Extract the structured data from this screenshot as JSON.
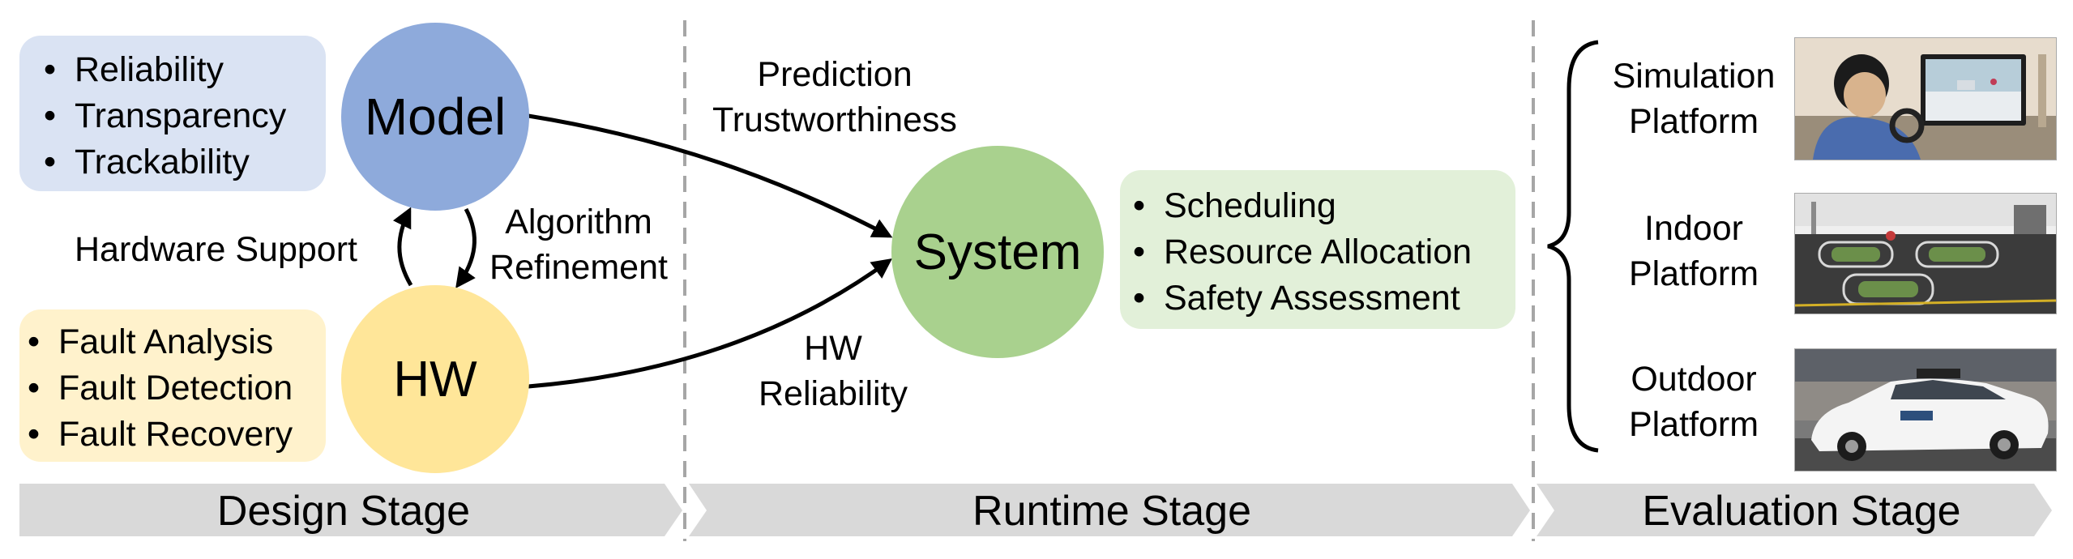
{
  "design": {
    "quality_items": [
      "Reliability",
      "Transparency",
      "Trackability"
    ],
    "fault_items": [
      "Fault Analysis",
      "Fault Detection",
      "Fault Recovery"
    ],
    "model_label": "Model",
    "hw_label": "HW",
    "hardware_support": "Hardware Support",
    "algorithm_refinement": [
      "Algorithm",
      "Refinement"
    ]
  },
  "runtime": {
    "prediction_trust": [
      "Prediction",
      "Trustworthiness"
    ],
    "hw_reliability": [
      "HW",
      "Reliability"
    ],
    "system_label": "System",
    "system_items": [
      "Scheduling",
      "Resource Allocation",
      "Safety Assessment"
    ]
  },
  "evaluation": {
    "platforms": [
      {
        "lines": [
          "Simulation",
          "Platform"
        ]
      },
      {
        "lines": [
          "Indoor",
          "Platform"
        ]
      },
      {
        "lines": [
          "Outdoor",
          "Platform"
        ]
      }
    ]
  },
  "stages": [
    "Design Stage",
    "Runtime Stage",
    "Evaluation Stage"
  ],
  "colors": {
    "model": "#8eaadb",
    "hw": "#ffe699",
    "system": "#a9d18e",
    "quality_panel": "#dae3f3",
    "fault_panel": "#fff2cc",
    "system_panel": "#e2f0d9",
    "stage_bar": "#d9d9d9",
    "divider": "#a6a6a6"
  }
}
